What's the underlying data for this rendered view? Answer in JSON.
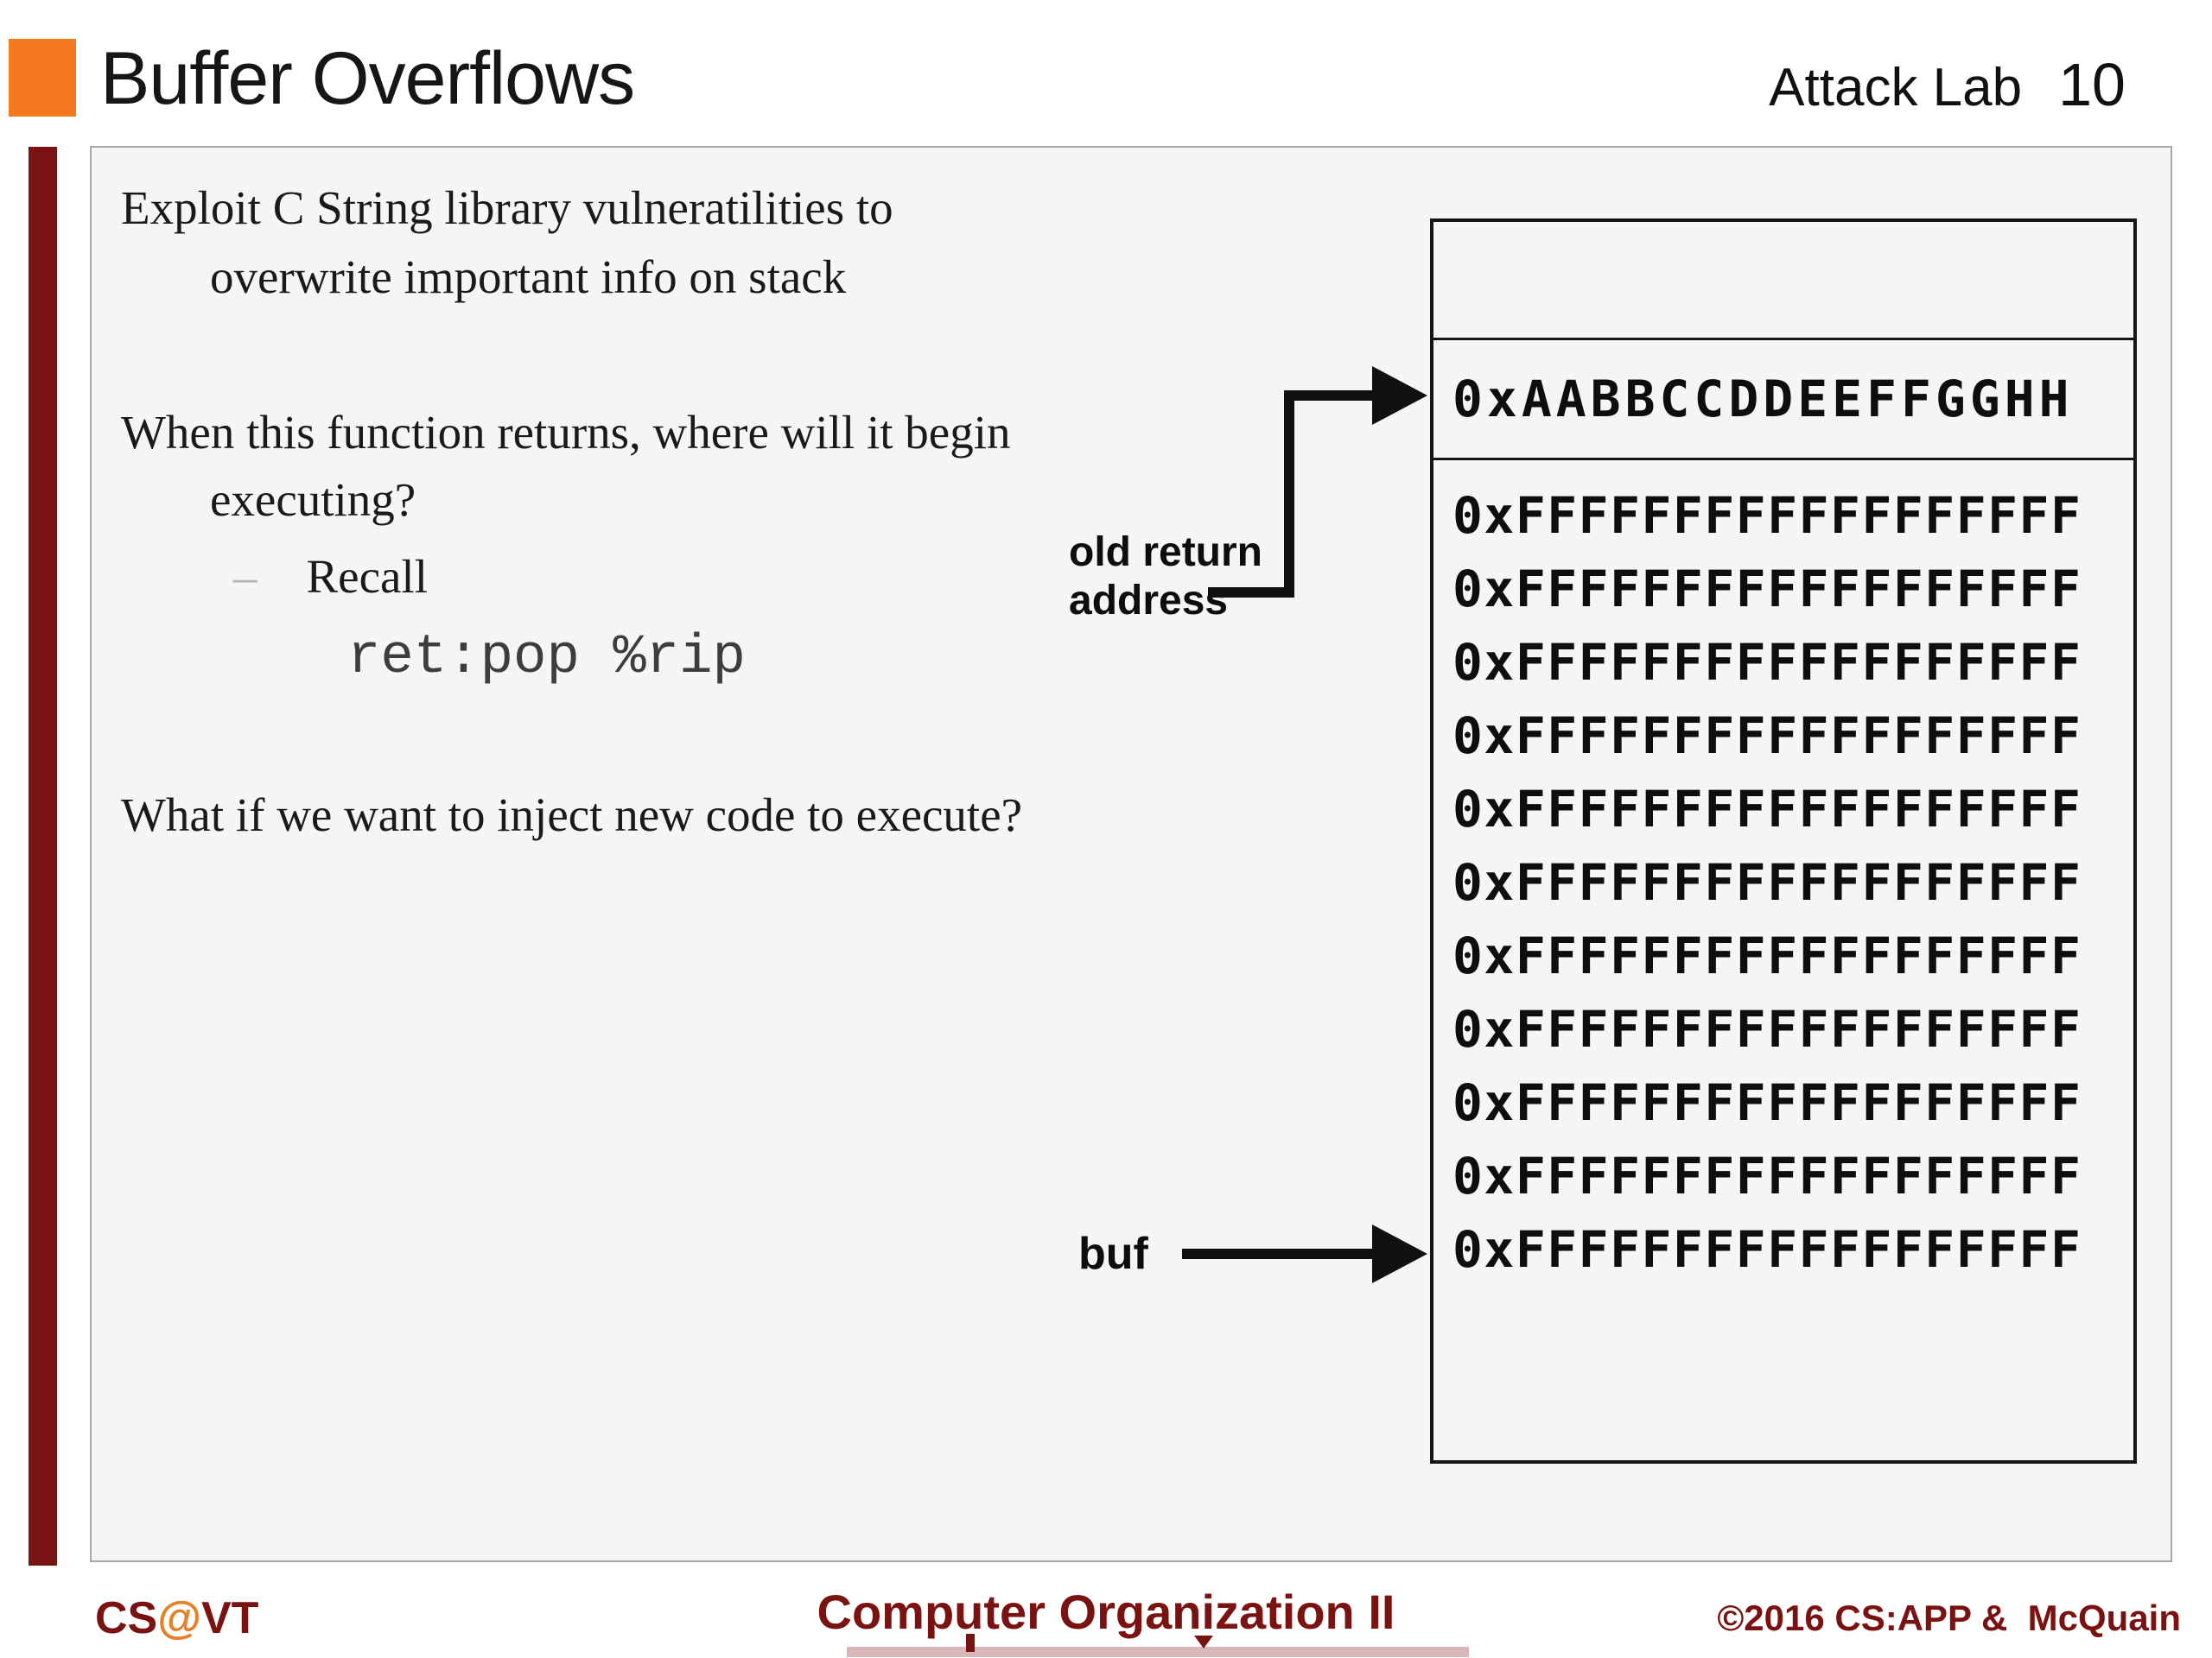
{
  "header": {
    "title": "Buffer Overflows",
    "context_label": "Attack Lab",
    "page_number": "10"
  },
  "content": {
    "bullet1_line1": "Exploit C String library vulneratilities to",
    "bullet1_line2": "overwrite important info on stack",
    "bullet2_line1": "When this function returns, where will it begin",
    "bullet2_line2": "executing?",
    "recall_dash": "–",
    "recall_label": "Recall",
    "code_line": "ret:pop %rip",
    "bullet3": "What if we want to inject new code to execute?"
  },
  "stack": {
    "return_address_value": "0xAABBCCDDEEFFGGHH",
    "buffer_rows": [
      "0xFFFFFFFFFFFFFFFFFF",
      "0xFFFFFFFFFFFFFFFFFF",
      "0xFFFFFFFFFFFFFFFFFF",
      "0xFFFFFFFFFFFFFFFFFF",
      "0xFFFFFFFFFFFFFFFFFF",
      "0xFFFFFFFFFFFFFFFFFF",
      "0xFFFFFFFFFFFFFFFFFF",
      "0xFFFFFFFFFFFFFFFFFF",
      "0xFFFFFFFFFFFFFFFFFF",
      "0xFFFFFFFFFFFFFFFFFF",
      "0xFFFFFFFFFFFFFFFFFF"
    ],
    "old_return_label_lines": [
      "old return",
      "address"
    ],
    "buf_label": "buf"
  },
  "footer": {
    "left_cs": "CS",
    "left_at": "@",
    "left_vt": "VT",
    "center": "Computer Organization II",
    "right": "©2016 CS:APP &  McQuain"
  },
  "colors": {
    "accent_orange": "#F4791F",
    "maroon": "#7A1212",
    "content_background": "#F5F5F3"
  }
}
